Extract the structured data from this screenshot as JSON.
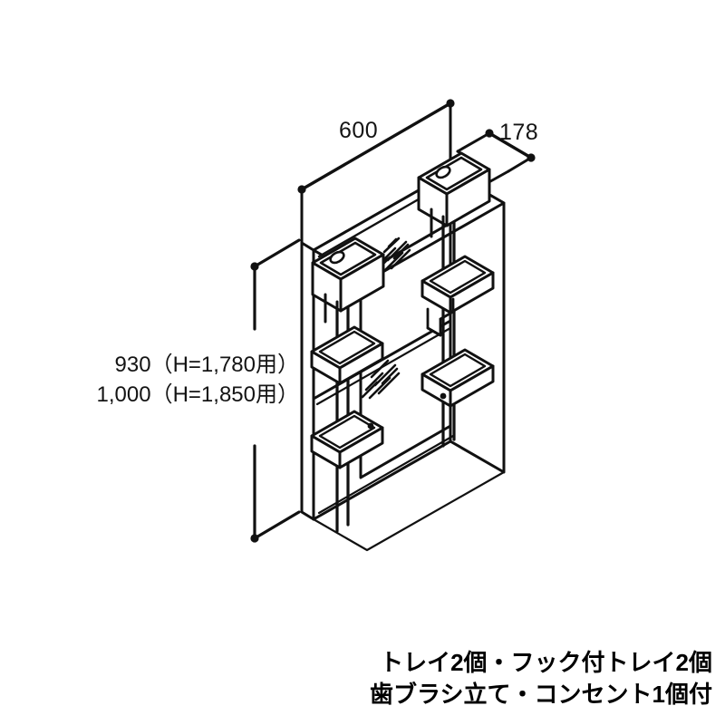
{
  "drawing": {
    "type": "isometric-technical-drawing",
    "subject": "bathroom-mirror-cabinet",
    "line_color": "#111111",
    "background_color": "#ffffff"
  },
  "dimensions": {
    "width_label": "600",
    "depth_label": "178",
    "height_labels": [
      "930（H=1,780用）",
      "1,000（H=1,850用）"
    ]
  },
  "caption": {
    "line1": "トレイ2個・フック付トレイ2個",
    "line2": "歯ブラシ立て・コンセント1個付"
  },
  "components": {
    "toothbrush_holders": 2,
    "trays": 2,
    "hook_trays": 2,
    "outlets": 1
  }
}
